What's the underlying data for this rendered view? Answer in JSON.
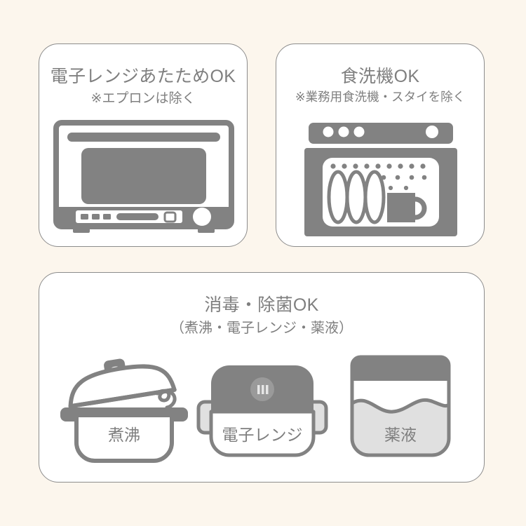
{
  "page": {
    "background_color": "#fcf6ed",
    "card_background": "#ffffff",
    "border_color": "#8c8c8c",
    "text_color": "#7f7f7f",
    "icon_gray": "#828282",
    "icon_light_gray": "#e0e0e0"
  },
  "cards": {
    "microwave": {
      "title": "電子レンジあたためOK",
      "subtitle": "※エプロンは除く",
      "icon": "microwave-oven-icon"
    },
    "dishwasher": {
      "title": "食洗機OK",
      "subtitle": "※業務用食洗機・スタイを除く",
      "icon": "dishwasher-icon"
    },
    "sterilize": {
      "title": "消毒・除菌OK",
      "subtitle": "（煮沸・電子レンジ・薬液）",
      "methods": [
        {
          "label": "煮沸",
          "icon": "boiling-pot-icon"
        },
        {
          "label": "電子レンジ",
          "icon": "microwave-container-icon"
        },
        {
          "label": "薬液",
          "icon": "chemical-solution-container-icon"
        }
      ]
    }
  }
}
